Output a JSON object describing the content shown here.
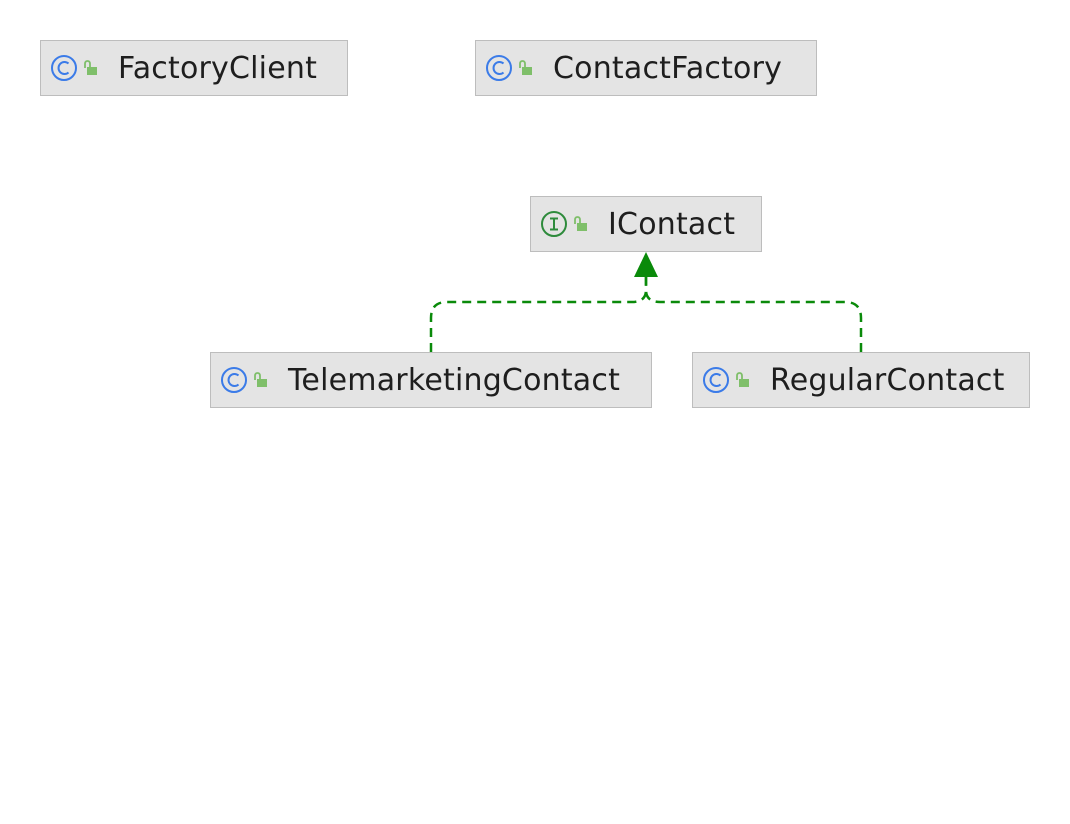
{
  "diagram": {
    "nodes": [
      {
        "id": "factory-client",
        "label": "FactoryClient",
        "kind": "class"
      },
      {
        "id": "contact-factory",
        "label": "ContactFactory",
        "kind": "class"
      },
      {
        "id": "icontact",
        "label": "IContact",
        "kind": "interface"
      },
      {
        "id": "telemarketing-contact",
        "label": "TelemarketingContact",
        "kind": "class"
      },
      {
        "id": "regular-contact",
        "label": "RegularContact",
        "kind": "class"
      }
    ],
    "edges": [
      {
        "from": "telemarketing-contact",
        "to": "icontact",
        "type": "implements"
      },
      {
        "from": "regular-contact",
        "to": "icontact",
        "type": "implements"
      }
    ],
    "colors": {
      "class_icon": "#3b7be8",
      "interface_icon": "#2e8b3c",
      "visibility_icon": "#7fbf6a",
      "implements_edge": "#0a8a0a",
      "node_fill": "#e4e4e4",
      "node_border": "#bdbdbd"
    },
    "icons": {
      "class": "class-c-icon",
      "interface": "interface-i-icon",
      "visibility": "public-unlock-icon"
    }
  }
}
